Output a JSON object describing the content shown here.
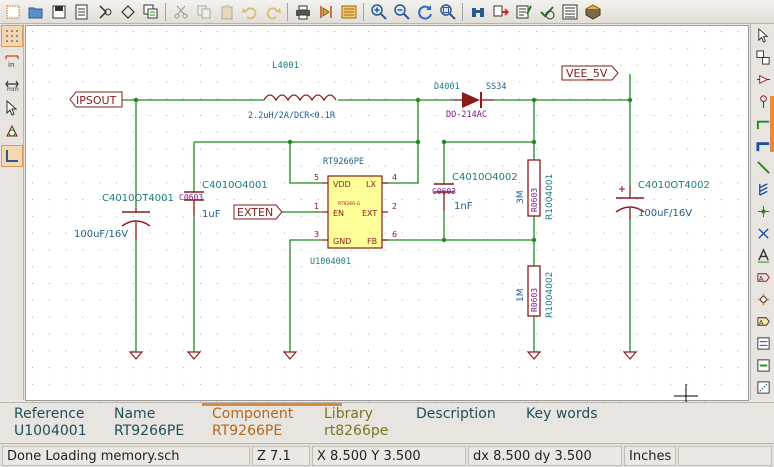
{
  "toolbar": {
    "icons": [
      "new-sheet-icon",
      "open-icon",
      "save-icon",
      "page-settings-icon",
      "hierarchy-navigator-icon",
      "leave-sheet-icon",
      "cut-icon",
      "copy-icon",
      "paste-icon",
      "undo-icon",
      "redo-icon",
      "print-icon",
      "library-editor-icon",
      "library-browser-icon",
      "zoom-in-icon",
      "zoom-out-icon",
      "zoom-redraw-icon",
      "zoom-fit-icon",
      "find-icon",
      "netlist-icon",
      "annotate-icon",
      "erc-icon",
      "bom-icon",
      "cvpcb-icon"
    ]
  },
  "schematic": {
    "labels": {
      "ipsout": "IPSOUT",
      "vee": "VEE_5V",
      "exten": "EXTEN"
    },
    "inductor": {
      "ref": "L4001",
      "value": "2.2uH/2A/DCR<0.1R"
    },
    "diode": {
      "ref": "D4001",
      "value": "SS34",
      "package": "DO-214AC"
    },
    "ic": {
      "ref": "U1004001",
      "name": "RT9266PE",
      "pins": [
        {
          "num": "5",
          "name": "VDD"
        },
        {
          "num": "4",
          "name": "LX"
        },
        {
          "num": "1",
          "name": "EN"
        },
        {
          "num": "2",
          "name": "EXT"
        },
        {
          "num": "3",
          "name": "GND"
        },
        {
          "num": "6",
          "name": "FB"
        }
      ],
      "inner_mark": "RT9266-G"
    },
    "caps": [
      {
        "ref": "C4010OT4001",
        "value": "100uF/16V"
      },
      {
        "ref": "C4010O4001",
        "value": "1uF",
        "package": "C0603"
      },
      {
        "ref": "C4010O4002",
        "value": "1nF",
        "package": "C0603"
      },
      {
        "ref": "C4010OT4002",
        "value": "100uF/16V"
      }
    ],
    "resistors": [
      {
        "ref": "R1004001",
        "value": "3M",
        "package": "R0603"
      },
      {
        "ref": "R1004002",
        "value": "1M",
        "package": "R0603"
      }
    ]
  },
  "info": {
    "reference_label": "Reference",
    "reference_value": "U1004001",
    "name_label": "Name",
    "name_value": "RT9266PE",
    "component_label": "Component",
    "component_value": "RT9266PE",
    "library_label": "Library",
    "library_value": "rt8266pe",
    "description_label": "Description",
    "keywords_label": "Key words"
  },
  "status": {
    "message": "Done Loading memory.sch",
    "zoom": "Z 7.1",
    "xy": "X 8.500  Y 3.500",
    "dxdy": "dx 8.500  dy 3.500",
    "units": "Inches"
  },
  "colors": {
    "wire": "#1f8a1f",
    "component": "#8b1a1a",
    "fill": "#ffff99",
    "ref_text": "#1e7c7c",
    "value_text": "#1e5e8c",
    "pin_text": "#7a0a0a",
    "package_text": "#7a1a8a",
    "grid": "#a9a9a9"
  }
}
